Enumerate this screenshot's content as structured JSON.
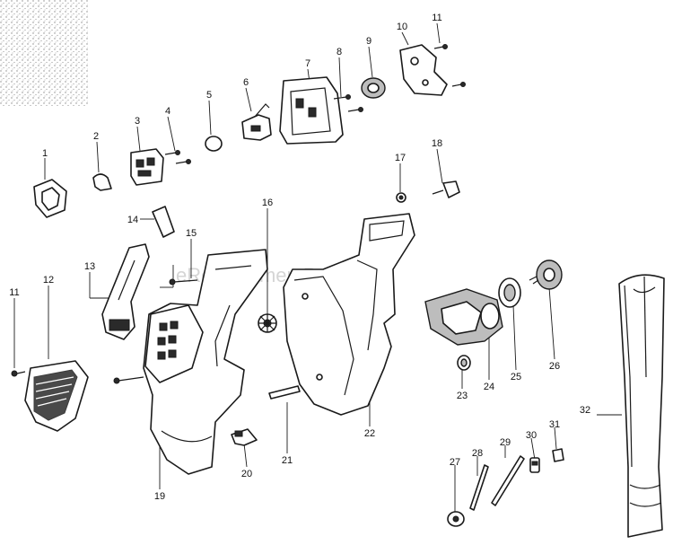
{
  "watermark": "eReplacementParts.com",
  "callouts": [
    "1",
    "2",
    "3",
    "4",
    "5",
    "6",
    "7",
    "8",
    "9",
    "10",
    "11",
    "11",
    "12",
    "13",
    "14",
    "15",
    "16",
    "17",
    "18",
    "19",
    "20",
    "21",
    "22",
    "23",
    "24",
    "25",
    "26",
    "27",
    "28",
    "29",
    "30",
    "31",
    "32"
  ]
}
